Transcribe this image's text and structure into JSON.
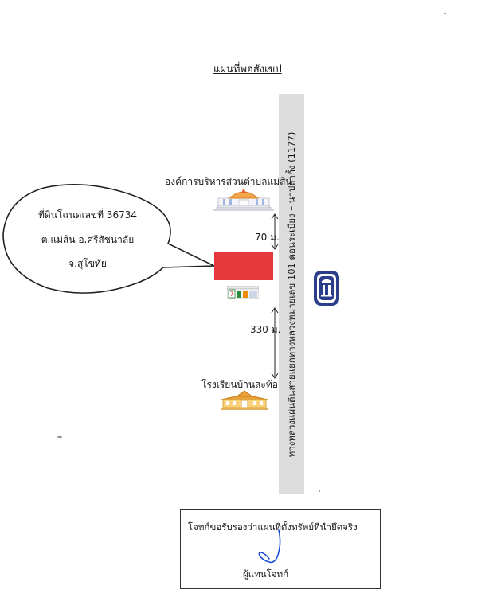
{
  "map": {
    "title": "แผนที่พอสังเขป",
    "road_label": "ทางหลวงแผ่นดินสายแยกทางหลวงหมายเลข 101 ดอนระเบียง – นาปลากั้ง (1177)",
    "plot_label": {
      "line1": "ที่ดินโฉนดเลขที่ 36734",
      "line2": "ต.แม่สิน อ.ศรีสัชนาลัย",
      "line3": "จ.สุโขทัย"
    },
    "landmarks": {
      "sao_label": "องค์การบริหารส่วนตำบลแม่สิน",
      "school_label": "โรงเรียนบ้านสะท้อ"
    },
    "distances": {
      "to_sao": "70 ม.",
      "to_school": "330 ม."
    },
    "colors": {
      "plot": "#e5383b",
      "road": "#dcdcdc",
      "bank_logo": "#2b3e8c"
    },
    "icons": {
      "sao": "government-office-icon",
      "store": "convenience-store-icon",
      "school": "school-building-icon",
      "bank": "bank-logo-icon"
    }
  },
  "certification": {
    "text": "โจทก์ขอรับรองว่าแผนที่ตั้งทรัพย์ที่นำยึดจริง",
    "signer": "ผู้แทนโจทก์"
  }
}
